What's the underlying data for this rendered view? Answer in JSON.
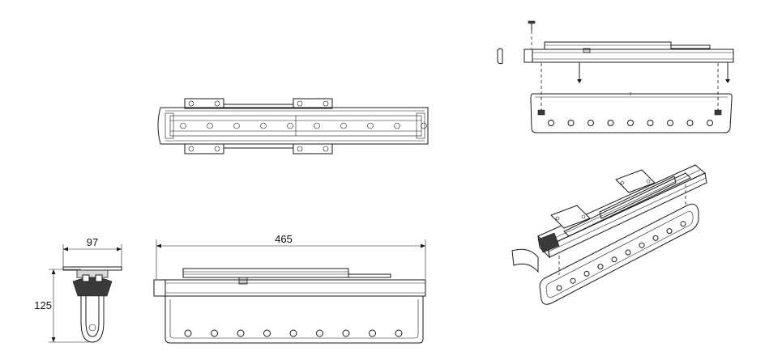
{
  "dimensions": {
    "depth_label": "97",
    "height_label": "125",
    "length_label": "465"
  },
  "views": [
    {
      "name": "top-view"
    },
    {
      "name": "side-view"
    },
    {
      "name": "front-view"
    },
    {
      "name": "exploded-view"
    },
    {
      "name": "isometric-view"
    }
  ],
  "colors": {
    "line": "#1a1a1a",
    "background": "#ffffff"
  }
}
